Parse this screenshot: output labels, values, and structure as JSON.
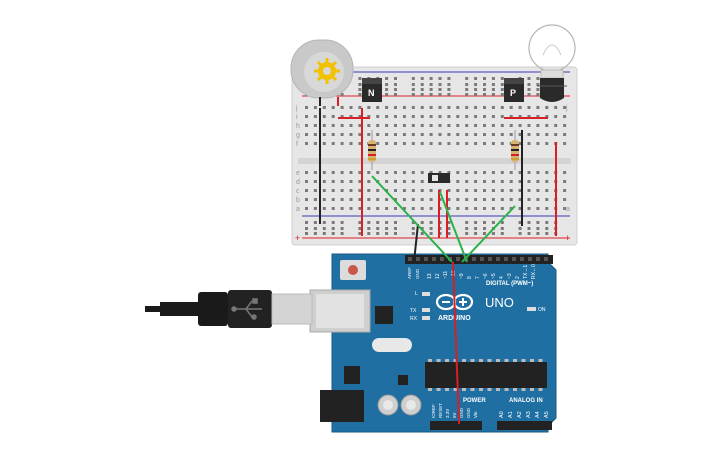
{
  "breadboard": {
    "row_letters_top": [
      "j",
      "i",
      "h",
      "g",
      "f"
    ],
    "row_letters_bottom": [
      "e",
      "d",
      "c",
      "b",
      "a"
    ],
    "plus": "+",
    "minus": "-"
  },
  "components": {
    "transistor_left_label": "N",
    "transistor_right_label": "P",
    "motor_icon": "gear-icon",
    "bulb_icon": "lightbulb-icon"
  },
  "arduino": {
    "logo_text": "ARDUINO",
    "model": "UNO",
    "digital_label": "DIGITAL (PWM~)",
    "power_label": "POWER",
    "analog_label": "ANALOG IN",
    "on_label": "ON",
    "tx_label": "TX",
    "rx_label": "RX",
    "l_label": "L",
    "aref_label": "AREF",
    "gnd_label": "GND",
    "digital_pins": [
      "13",
      "12",
      "~11",
      "~10",
      "~9",
      "8",
      "7",
      "~6",
      "~5",
      "4",
      "~3",
      "2",
      "TX→1",
      "RX←0"
    ],
    "analog_pins": [
      "A0",
      "A1",
      "A2",
      "A3",
      "A4",
      "A5"
    ],
    "power_pins": [
      "IOREF",
      "RESET",
      "3.3V",
      "5V",
      "GND",
      "GND",
      "Vin"
    ]
  },
  "colors": {
    "board_blue": "#1f6fa3",
    "wire_green": "#2bb24a",
    "wire_red": "#d91f26",
    "wire_black": "#222222"
  }
}
